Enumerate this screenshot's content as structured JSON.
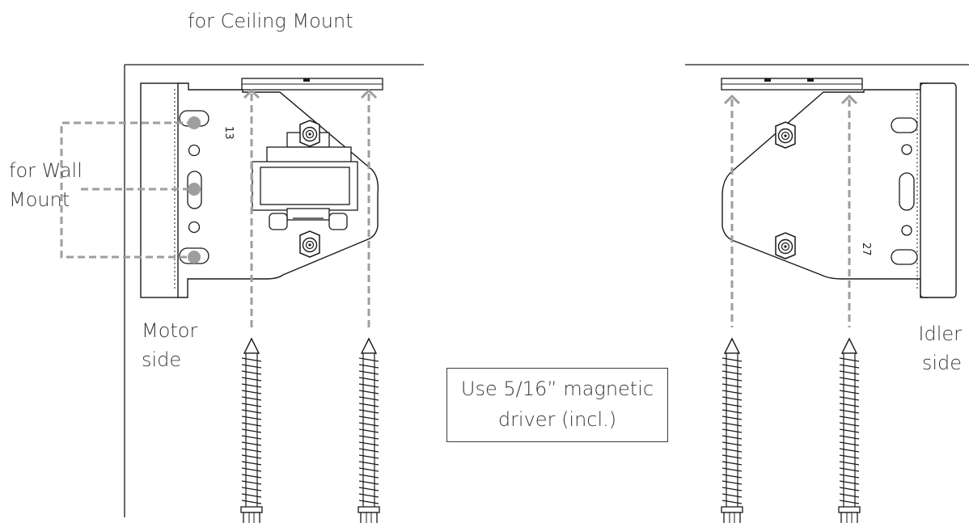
{
  "labels": {
    "ceiling_mount": "for Ceiling Mount",
    "wall_mount": "for Wall\nMount",
    "motor_side": "Motor\nside",
    "idler_side": "Idler\nside"
  },
  "note": {
    "text": "Use 5/16” magnetic\ndriver (incl.)"
  },
  "part_numbers": {
    "left_bracket": "13",
    "right_bracket": "27"
  },
  "colors": {
    "line": "#1a1a1a",
    "dashed_guide": "#9e9e9e",
    "text": "#3a3a3a"
  },
  "icons": {
    "screw": "lag-screw-icon",
    "bolt": "hex-bolt-icon",
    "arrow": "arrow-up-icon"
  }
}
